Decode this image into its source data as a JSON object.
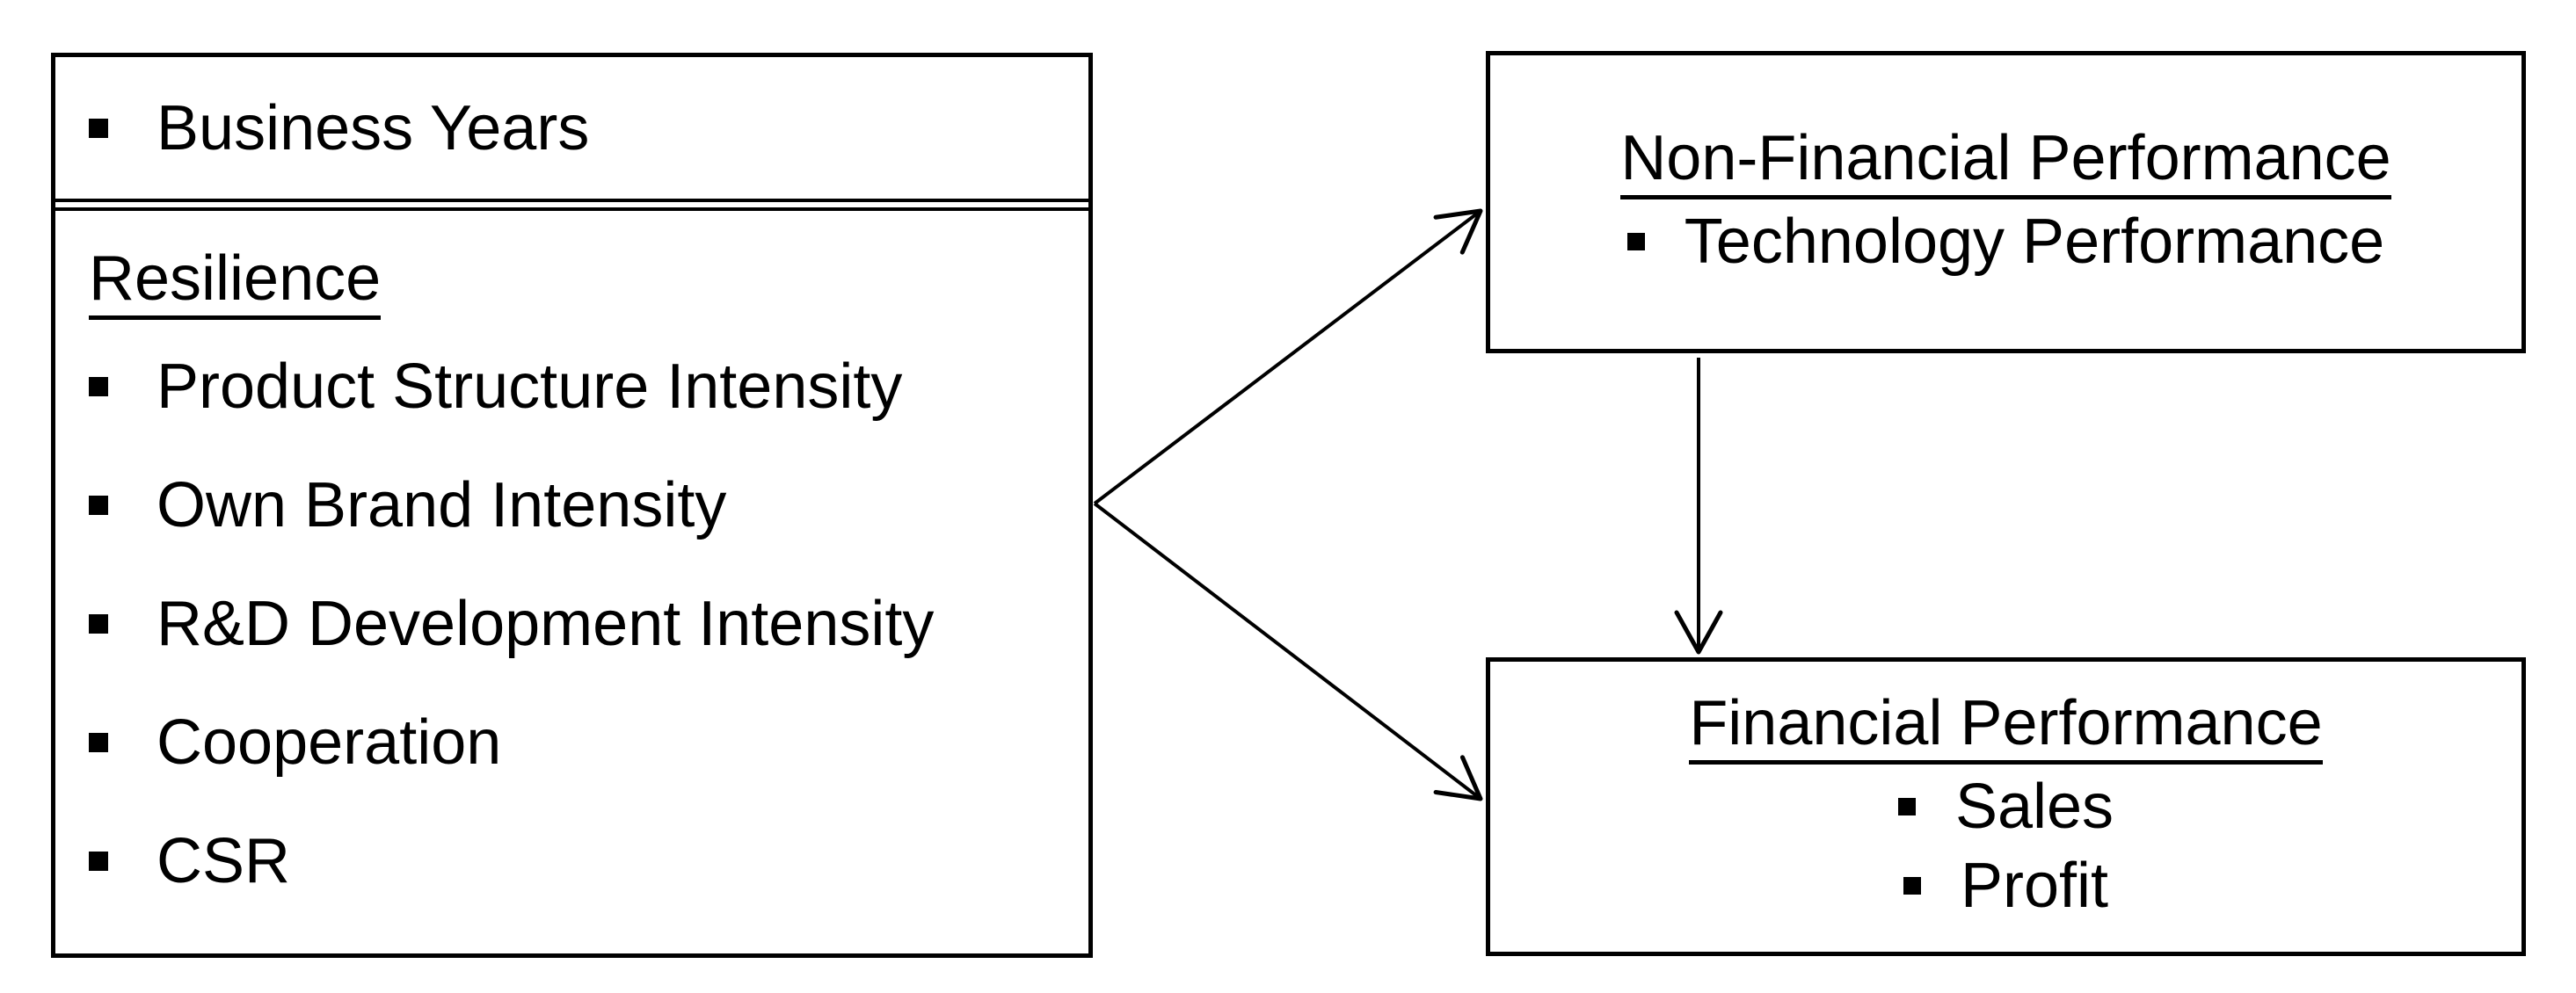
{
  "diagram": {
    "colors": {
      "ink": "#000000",
      "background": "#ffffff"
    },
    "left_box": {
      "top_section": {
        "items": [
          {
            "label": "Business Years"
          }
        ]
      },
      "bottom_section": {
        "heading": "Resilience",
        "items": [
          {
            "label": "Product Structure Intensity"
          },
          {
            "label": "Own Brand Intensity"
          },
          {
            "label": "R&D Development Intensity"
          },
          {
            "label": "Cooperation"
          },
          {
            "label": "CSR"
          }
        ]
      }
    },
    "non_financial_box": {
      "heading": "Non-Financial Performance",
      "items": [
        {
          "label": "Technology Performance"
        }
      ]
    },
    "financial_box": {
      "heading": "Financial Performance",
      "items": [
        {
          "label": "Sales"
        },
        {
          "label": "Profit"
        }
      ]
    },
    "arrows": [
      {
        "from": "predictors-box",
        "to": "non-financial-performance-box"
      },
      {
        "from": "predictors-box",
        "to": "financial-performance-box"
      },
      {
        "from": "non-financial-performance-box",
        "to": "financial-performance-box"
      }
    ]
  }
}
